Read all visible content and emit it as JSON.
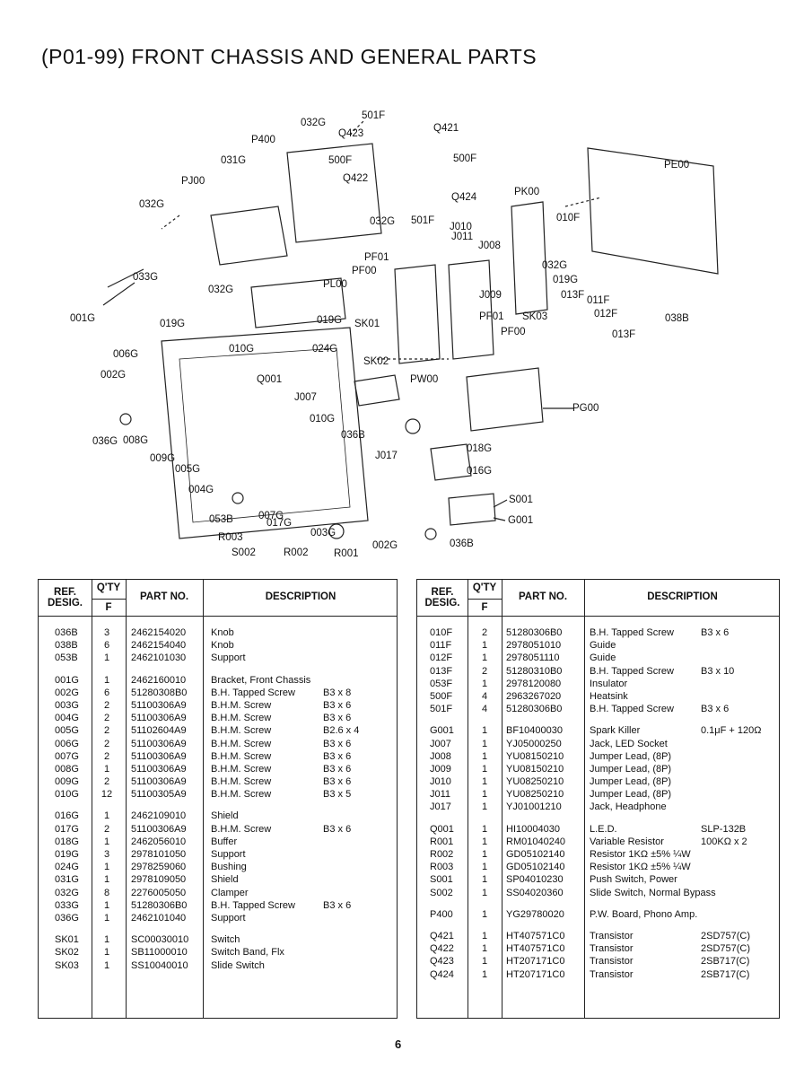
{
  "title": "(P01-99) FRONT CHASSIS AND GENERAL PARTS",
  "diagram_labels": [
    "032G",
    "501F",
    "Q421",
    "P400",
    "Q423",
    "500F",
    "500F",
    "031G",
    "Q422",
    "PE00",
    "PJ00",
    "Q424",
    "PK00",
    "032G",
    "501F",
    "010F",
    "032G",
    "J010",
    "J011",
    "J008",
    "PF01",
    "032G",
    "019G",
    "PF00",
    "033G",
    "013F",
    "011F",
    "032G",
    "PL00",
    "J009",
    "PF01",
    "SK03",
    "019G",
    "012F",
    "038B",
    "001G",
    "019G",
    "SK01",
    "PF00",
    "013F",
    "006G",
    "010G",
    "024G",
    "SK02",
    "002G",
    "Q001",
    "PW00",
    "J007",
    "010G",
    "PG00",
    "036G",
    "008G",
    "036B",
    "009G",
    "J017",
    "018G",
    "005G",
    "016G",
    "004G",
    "S001",
    "053B",
    "007G",
    "G001",
    "017G",
    "R003",
    "003G",
    "036B",
    "S002",
    "R002",
    "R001",
    "002G"
  ],
  "table_headers": {
    "ref": "REF.",
    "desig": "DESIG.",
    "qty": "Q'TY",
    "qty_sub": "F",
    "part_no": "PART NO.",
    "description": "DESCRIPTION"
  },
  "left_table": [
    {
      "ref": "036B",
      "qty": "3",
      "part": "2462154020",
      "desc": "Knob",
      "spec": ""
    },
    {
      "ref": "038B",
      "qty": "6",
      "part": "2462154040",
      "desc": "Knob",
      "spec": ""
    },
    {
      "ref": "053B",
      "qty": "1",
      "part": "2462101030",
      "desc": "Support",
      "spec": ""
    },
    {
      "gap": true
    },
    {
      "ref": "001G",
      "qty": "1",
      "part": "2462160010",
      "desc": "Bracket, Front Chassis",
      "spec": ""
    },
    {
      "ref": "002G",
      "qty": "6",
      "part": "51280308B0",
      "desc": "B.H. Tapped Screw",
      "spec": "B3 x 8"
    },
    {
      "ref": "003G",
      "qty": "2",
      "part": "51100306A9",
      "desc": "B.H.M. Screw",
      "spec": "B3 x 6"
    },
    {
      "ref": "004G",
      "qty": "2",
      "part": "51100306A9",
      "desc": "B.H.M. Screw",
      "spec": "B3 x 6"
    },
    {
      "ref": "005G",
      "qty": "2",
      "part": "51102604A9",
      "desc": "B.H.M. Screw",
      "spec": "B2.6 x 4"
    },
    {
      "ref": "006G",
      "qty": "2",
      "part": "51100306A9",
      "desc": "B.H.M. Screw",
      "spec": "B3 x 6"
    },
    {
      "ref": "007G",
      "qty": "2",
      "part": "51100306A9",
      "desc": "B.H.M. Screw",
      "spec": "B3 x 6"
    },
    {
      "ref": "008G",
      "qty": "1",
      "part": "51100306A9",
      "desc": "B.H.M. Screw",
      "spec": "B3 x 6"
    },
    {
      "ref": "009G",
      "qty": "2",
      "part": "51100306A9",
      "desc": "B.H.M. Screw",
      "spec": "B3 x 6"
    },
    {
      "ref": "010G",
      "qty": "12",
      "part": "51100305A9",
      "desc": "B.H.M. Screw",
      "spec": "B3 x 5"
    },
    {
      "gap": true
    },
    {
      "ref": "016G",
      "qty": "1",
      "part": "2462109010",
      "desc": "Shield",
      "spec": ""
    },
    {
      "ref": "017G",
      "qty": "2",
      "part": "51100306A9",
      "desc": "B.H.M. Screw",
      "spec": "B3 x 6"
    },
    {
      "ref": "018G",
      "qty": "1",
      "part": "2462056010",
      "desc": "Buffer",
      "spec": ""
    },
    {
      "ref": "019G",
      "qty": "3",
      "part": "2978101050",
      "desc": "Support",
      "spec": ""
    },
    {
      "ref": "024G",
      "qty": "1",
      "part": "2978259060",
      "desc": "Bushing",
      "spec": ""
    },
    {
      "ref": "031G",
      "qty": "1",
      "part": "2978109050",
      "desc": "Shield",
      "spec": ""
    },
    {
      "ref": "032G",
      "qty": "8",
      "part": "2276005050",
      "desc": "Clamper",
      "spec": ""
    },
    {
      "ref": "033G",
      "qty": "1",
      "part": "51280306B0",
      "desc": "B.H. Tapped Screw",
      "spec": "B3 x 6"
    },
    {
      "ref": "036G",
      "qty": "1",
      "part": "2462101040",
      "desc": "Support",
      "spec": ""
    },
    {
      "gap": true
    },
    {
      "ref": "SK01",
      "qty": "1",
      "part": "SC00030010",
      "desc": "Switch",
      "spec": ""
    },
    {
      "ref": "SK02",
      "qty": "1",
      "part": "SB11000010",
      "desc": "Switch Band, Flx",
      "spec": ""
    },
    {
      "ref": "SK03",
      "qty": "1",
      "part": "SS10040010",
      "desc": "Slide Switch",
      "spec": ""
    }
  ],
  "right_table": [
    {
      "ref": "010F",
      "qty": "2",
      "part": "51280306B0",
      "desc": "B.H. Tapped Screw",
      "spec": "B3 x 6"
    },
    {
      "ref": "011F",
      "qty": "1",
      "part": "2978051010",
      "desc": "Guide",
      "spec": ""
    },
    {
      "ref": "012F",
      "qty": "1",
      "part": "2978051110",
      "desc": "Guide",
      "spec": ""
    },
    {
      "ref": "013F",
      "qty": "2",
      "part": "51280310B0",
      "desc": "B.H. Tapped Screw",
      "spec": "B3 x 10"
    },
    {
      "ref": "053F",
      "qty": "1",
      "part": "2978120080",
      "desc": "Insulator",
      "spec": ""
    },
    {
      "ref": "500F",
      "qty": "4",
      "part": "2963267020",
      "desc": "Heatsink",
      "spec": ""
    },
    {
      "ref": "501F",
      "qty": "4",
      "part": "51280306B0",
      "desc": "B.H. Tapped Screw",
      "spec": "B3 x 6"
    },
    {
      "gap": true
    },
    {
      "ref": "G001",
      "qty": "1",
      "part": "BF10400030",
      "desc": "Spark Killer",
      "spec": "0.1μF + 120Ω"
    },
    {
      "ref": "J007",
      "qty": "1",
      "part": "YJ05000250",
      "desc": "Jack, LED Socket",
      "spec": ""
    },
    {
      "ref": "J008",
      "qty": "1",
      "part": "YU08150210",
      "desc": "Jumper Lead, (8P)",
      "spec": ""
    },
    {
      "ref": "J009",
      "qty": "1",
      "part": "YU08150210",
      "desc": "Jumper Lead, (8P)",
      "spec": ""
    },
    {
      "ref": "J010",
      "qty": "1",
      "part": "YU08250210",
      "desc": "Jumper Lead, (8P)",
      "spec": ""
    },
    {
      "ref": "J011",
      "qty": "1",
      "part": "YU08250210",
      "desc": "Jumper Lead, (8P)",
      "spec": ""
    },
    {
      "ref": "J017",
      "qty": "1",
      "part": "YJ01001210",
      "desc": "Jack, Headphone",
      "spec": ""
    },
    {
      "gap": true
    },
    {
      "ref": "Q001",
      "qty": "1",
      "part": "HI10004030",
      "desc": "L.E.D.",
      "spec": "SLP-132B"
    },
    {
      "ref": "R001",
      "qty": "1",
      "part": "RM01040240",
      "desc": "Variable Resistor",
      "spec": "100KΩ x 2"
    },
    {
      "ref": "R002",
      "qty": "1",
      "part": "GD05102140",
      "desc": "Resistor 1KΩ ±5% ¼W",
      "spec": ""
    },
    {
      "ref": "R003",
      "qty": "1",
      "part": "GD05102140",
      "desc": "Resistor 1KΩ ±5% ¼W",
      "spec": ""
    },
    {
      "ref": "S001",
      "qty": "1",
      "part": "SP04010230",
      "desc": "Push Switch, Power",
      "spec": ""
    },
    {
      "ref": "S002",
      "qty": "1",
      "part": "SS04020360",
      "desc": "Slide Switch, Normal Bypass",
      "spec": ""
    },
    {
      "gap": true
    },
    {
      "ref": "P400",
      "qty": "1",
      "part": "YG29780020",
      "desc": "P.W. Board, Phono Amp.",
      "spec": ""
    },
    {
      "gap": true
    },
    {
      "ref": "Q421",
      "qty": "1",
      "part": "HT407571C0",
      "desc": "Transistor",
      "spec": "2SD757(C)"
    },
    {
      "ref": "Q422",
      "qty": "1",
      "part": "HT407571C0",
      "desc": "Transistor",
      "spec": "2SD757(C)"
    },
    {
      "ref": "Q423",
      "qty": "1",
      "part": "HT207171C0",
      "desc": "Transistor",
      "spec": "2SB717(C)"
    },
    {
      "ref": "Q424",
      "qty": "1",
      "part": "HT207171C0",
      "desc": "Transistor",
      "spec": "2SB717(C)"
    }
  ],
  "page_number": "6"
}
